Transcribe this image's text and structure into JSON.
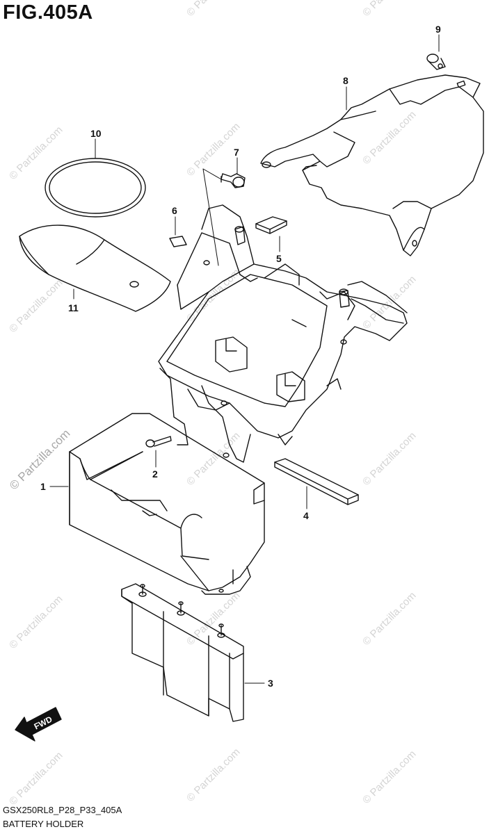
{
  "figure": {
    "title": "FIG.405A",
    "code": "GSX250RL8_P28_P33_405A",
    "name": "BATTERY HOLDER"
  },
  "direction_arrow": "FWD",
  "watermark": "© Partzilla.com",
  "callouts": [
    "1",
    "2",
    "3",
    "4",
    "5",
    "6",
    "7",
    "8",
    "9",
    "10",
    "11"
  ],
  "colors": {
    "line": "#111111",
    "watermark": "#d4d4d4",
    "background": "#ffffff"
  }
}
